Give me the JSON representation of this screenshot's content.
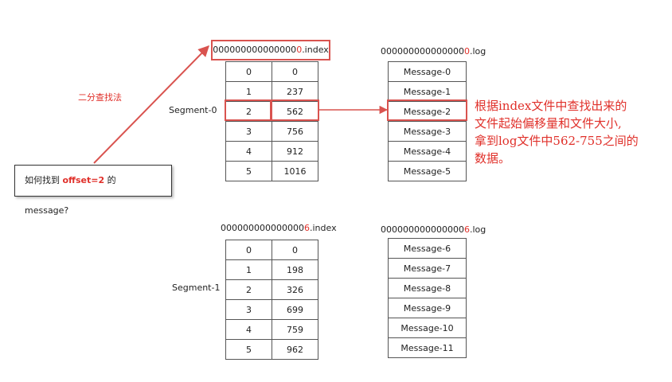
{
  "segment0": {
    "label": "Segment-0",
    "index_header_prefix": "000000000000000",
    "index_header_digit": "0",
    "index_header_suffix": ".index",
    "log_header_prefix": "000000000000000",
    "log_header_digit": "0",
    "log_header_suffix": ".log",
    "rows": [
      [
        "0",
        "0"
      ],
      [
        "1",
        "237"
      ],
      [
        "2",
        "562"
      ],
      [
        "3",
        "756"
      ],
      [
        "4",
        "912"
      ],
      [
        "5",
        "1016"
      ]
    ],
    "messages": [
      "Message-0",
      "Message-1",
      "Message-2",
      "Message-3",
      "Message-4",
      "Message-5"
    ]
  },
  "segment1": {
    "label": "Segment-1",
    "index_header_prefix": "000000000000000",
    "index_header_digit": "6",
    "index_header_suffix": ".index",
    "log_header_prefix": "000000000000000",
    "log_header_digit": "6",
    "log_header_suffix": ".log",
    "rows": [
      [
        "0",
        "0"
      ],
      [
        "1",
        "198"
      ],
      [
        "2",
        "326"
      ],
      [
        "3",
        "699"
      ],
      [
        "4",
        "759"
      ],
      [
        "5",
        "962"
      ]
    ],
    "messages": [
      "Message-6",
      "Message-7",
      "Message-8",
      "Message-9",
      "Message-10",
      "Message-11"
    ]
  },
  "binary_search_label": "二分查找法",
  "question": {
    "before": "如何找到 ",
    "highlight": "offset=2",
    "after": " 的 message?"
  },
  "note_lines": [
    "根据index文件中查找出来的",
    "文件起始偏移量和文件大小,",
    "拿到log文件中562-755之间的",
    "数据。"
  ],
  "colors": {
    "accent": "#e0302a",
    "border": "#555555"
  }
}
